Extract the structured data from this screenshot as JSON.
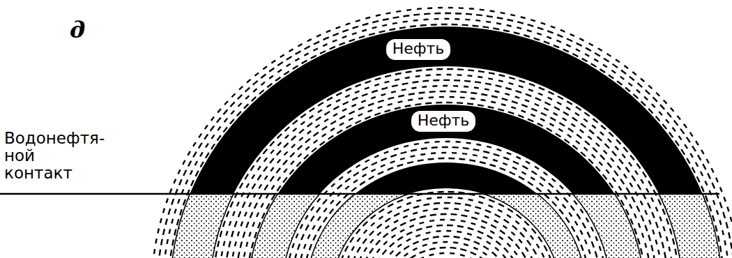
{
  "diagram": {
    "nodes": [
      {
        "text": [
          "Нефть"
        ]
      },
      {
        "text": [
          "Нефть"
        ]
      }
    ],
    "labels": [
      "д",
      "Водонефтя- ной контакт"
    ]
  }
}
